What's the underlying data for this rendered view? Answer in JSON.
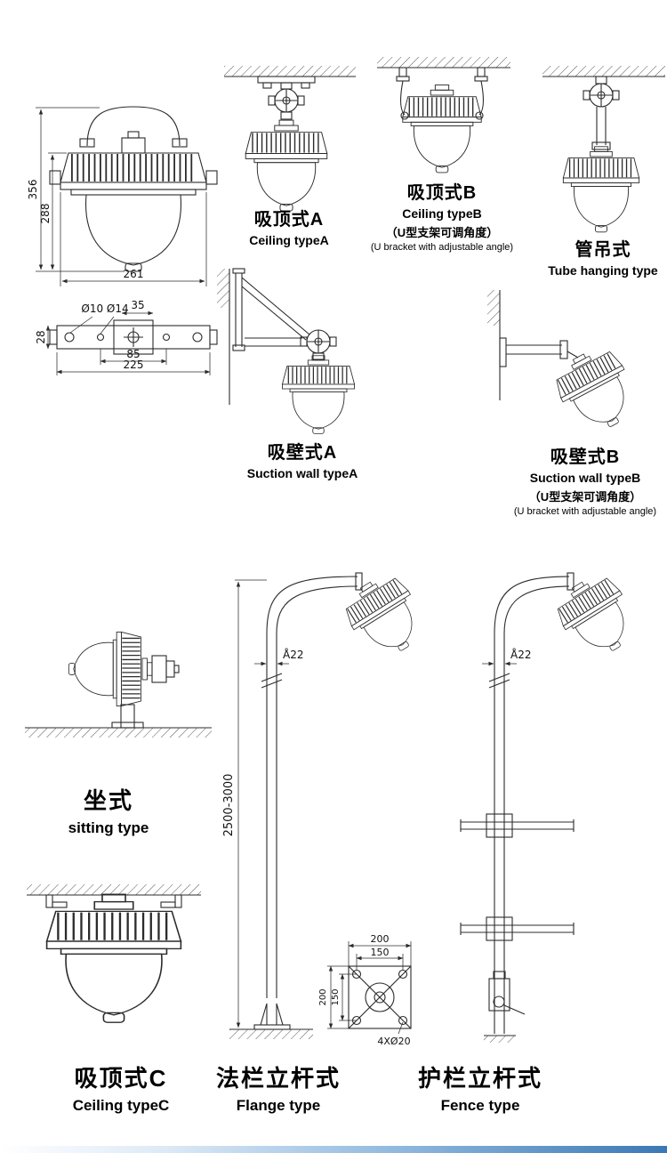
{
  "page": {
    "background": "#ffffff",
    "footer_bar_colors": [
      "#dce9f6",
      "#8fb8de",
      "#3a78b5"
    ]
  },
  "dim_drawing": {
    "h_total": "356",
    "h_body": "288",
    "width": "261",
    "plate": {
      "holes": "Ø10 Ø14",
      "d35": "35",
      "d28": "28",
      "d85": "85",
      "d225": "225"
    }
  },
  "types": {
    "ceiling_a": {
      "cn": "吸顶式A",
      "en": "Ceiling typeA"
    },
    "ceiling_b": {
      "cn": "吸顶式B",
      "en": "Ceiling typeB",
      "note_cn": "（U型支架可调角度）",
      "note_en": "(U bracket with adjustable angle)"
    },
    "tube_hanging": {
      "cn": "管吊式",
      "en": "Tube hanging type"
    },
    "wall_a": {
      "cn": "吸壁式A",
      "en": "Suction wall typeA"
    },
    "wall_b": {
      "cn": "吸壁式B",
      "en": "Suction wall typeB",
      "note_cn": "（U型支架可调角度）",
      "note_en": "(U bracket with adjustable angle)"
    },
    "sitting": {
      "cn": "坐式",
      "en": "sitting type"
    },
    "ceiling_c": {
      "cn": "吸顶式C",
      "en": "Ceiling typeC"
    },
    "flange": {
      "cn": "法栏立杆式",
      "en": "Flange type"
    },
    "fence": {
      "cn": "护栏立杆式",
      "en": "Fence type"
    }
  },
  "pole": {
    "tube_dia": "Å22",
    "height_range": "2500-3000",
    "flange_detail": {
      "outer": "200",
      "inner": "150",
      "holes": "4XØ20"
    }
  }
}
